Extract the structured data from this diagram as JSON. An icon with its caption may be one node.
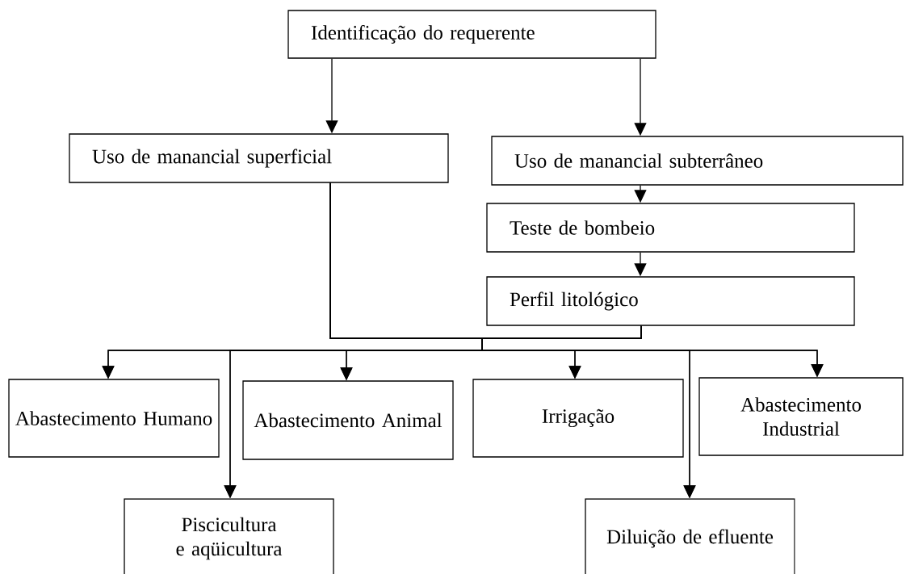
{
  "diagram": {
    "nodes": [
      {
        "text": [
          "Identificação do requerente"
        ]
      },
      {
        "text": [
          "Uso de manancial superficial"
        ]
      },
      {
        "text": [
          "Uso de manancial subterrâneo"
        ]
      },
      {
        "text": [
          "Teste de bombeio"
        ]
      },
      {
        "text": [
          "Perfil litológico"
        ]
      },
      {
        "text": [
          "Abastecimento Humano"
        ]
      },
      {
        "text": [
          "Abastecimento Animal"
        ]
      },
      {
        "text": [
          "Irrigação"
        ]
      },
      {
        "text": [
          "Abastecimento Industrial"
        ]
      },
      {
        "text": [
          "Piscicultura e aqüicultura"
        ]
      },
      {
        "text": [
          "Diluição de efluente"
        ]
      }
    ],
    "edges": [
      {
        "from": 0,
        "to": 1,
        "arrow": "to"
      },
      {
        "from": 0,
        "to": 2,
        "arrow": "to"
      },
      {
        "from": 2,
        "to": 3,
        "arrow": "to"
      },
      {
        "from": 3,
        "to": 4,
        "arrow": "to"
      },
      {
        "from": 1,
        "to": 5,
        "arrow": "to"
      },
      {
        "from": 1,
        "to": 9,
        "arrow": "to"
      },
      {
        "from": 1,
        "to": 6,
        "arrow": "to"
      },
      {
        "from": 1,
        "to": 7,
        "arrow": "to"
      },
      {
        "from": 1,
        "to": 10,
        "arrow": "to"
      },
      {
        "from": 1,
        "to": 8,
        "arrow": "to"
      },
      {
        "from": 4,
        "to": 5,
        "arrow": "to"
      },
      {
        "from": 4,
        "to": 9,
        "arrow": "to"
      },
      {
        "from": 4,
        "to": 6,
        "arrow": "to"
      },
      {
        "from": 4,
        "to": 7,
        "arrow": "to"
      },
      {
        "from": 4,
        "to": 10,
        "arrow": "to"
      },
      {
        "from": 4,
        "to": 8,
        "arrow": "to"
      }
    ]
  }
}
